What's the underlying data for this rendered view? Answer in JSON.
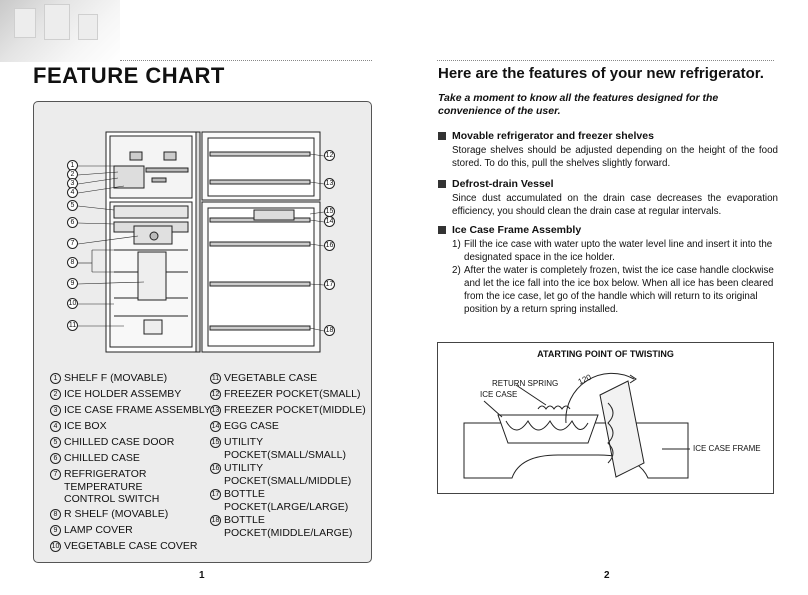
{
  "left_page": {
    "title": "FEATURE CHART",
    "page_number": "1",
    "legend_left": [
      {
        "num": "1",
        "label": "SHELF F (MOVABLE)"
      },
      {
        "num": "2",
        "label": "ICE HOLDER ASSEMBY"
      },
      {
        "num": "3",
        "label": "ICE CASE FRAME ASSEMBLY"
      },
      {
        "num": "4",
        "label": "ICE BOX"
      },
      {
        "num": "5",
        "label": "CHILLED CASE DOOR"
      },
      {
        "num": "6",
        "label": "CHILLED CASE"
      },
      {
        "num": "7",
        "label": "REFRIGERATOR\nTEMPERATURE\nCONTROL SWITCH"
      },
      {
        "num": "8",
        "label": "R SHELF (MOVABLE)"
      },
      {
        "num": "9",
        "label": "LAMP COVER"
      },
      {
        "num": "10",
        "label": "VEGETABLE CASE COVER"
      }
    ],
    "legend_right": [
      {
        "num": "11",
        "label": "VEGETABLE CASE"
      },
      {
        "num": "12",
        "label": "FREEZER POCKET(SMALL)"
      },
      {
        "num": "13",
        "label": "FREEZER POCKET(MIDDLE)"
      },
      {
        "num": "14",
        "label": "EGG CASE"
      },
      {
        "num": "15",
        "label": "UTILITY\nPOCKET(SMALL/SMALL)"
      },
      {
        "num": "16",
        "label": "UTILITY\nPOCKET(SMALL/MIDDLE)"
      },
      {
        "num": "17",
        "label": "BOTTLE\nPOCKET(LARGE/LARGE)"
      },
      {
        "num": "18",
        "label": "BOTTLE\nPOCKET(MIDDLE/LARGE)"
      }
    ],
    "diagram_callouts_left": [
      "1",
      "2",
      "3",
      "4",
      "5",
      "6",
      "7",
      "8",
      "9",
      "10",
      "11"
    ],
    "diagram_callouts_right": [
      "12",
      "13",
      "15",
      "14",
      "16",
      "17",
      "18"
    ]
  },
  "right_page": {
    "title": "Here are the features of your new refrigerator.",
    "intro": "Take a moment to know all the features designed for the convenience of the user.",
    "sections": [
      {
        "heading": "Movable refrigerator and freezer shelves",
        "body": "Storage shelves should be adjusted depending on the height of the food stored. To do this, pull the shelves slightly forward."
      },
      {
        "heading": "Defrost-drain Vessel",
        "body": "Since dust accumulated on the drain case decreases the evaporation efficiency, you should clean the drain case at regular intervals."
      },
      {
        "heading": "Ice Case Frame Assembly",
        "items": [
          {
            "n": "1)",
            "text": "Fill the ice case with water upto the water level line and insert it into the designated space in the ice holder."
          },
          {
            "n": "2)",
            "text": "After the water is completely frozen, twist the ice case handle clockwise and let the ice fall into the ice box below. When all ice has been cleared from the ice case, let go of the handle which will return to its original position by a return spring installed."
          }
        ]
      }
    ],
    "twist_diagram": {
      "title": "ATARTING POINT OF TWISTING",
      "return_spring": "RETURN SPRING",
      "ice_case": "ICE CASE",
      "angle": "120",
      "ice_case_frame": "ICE CASE FRAME"
    },
    "page_number": "2"
  }
}
